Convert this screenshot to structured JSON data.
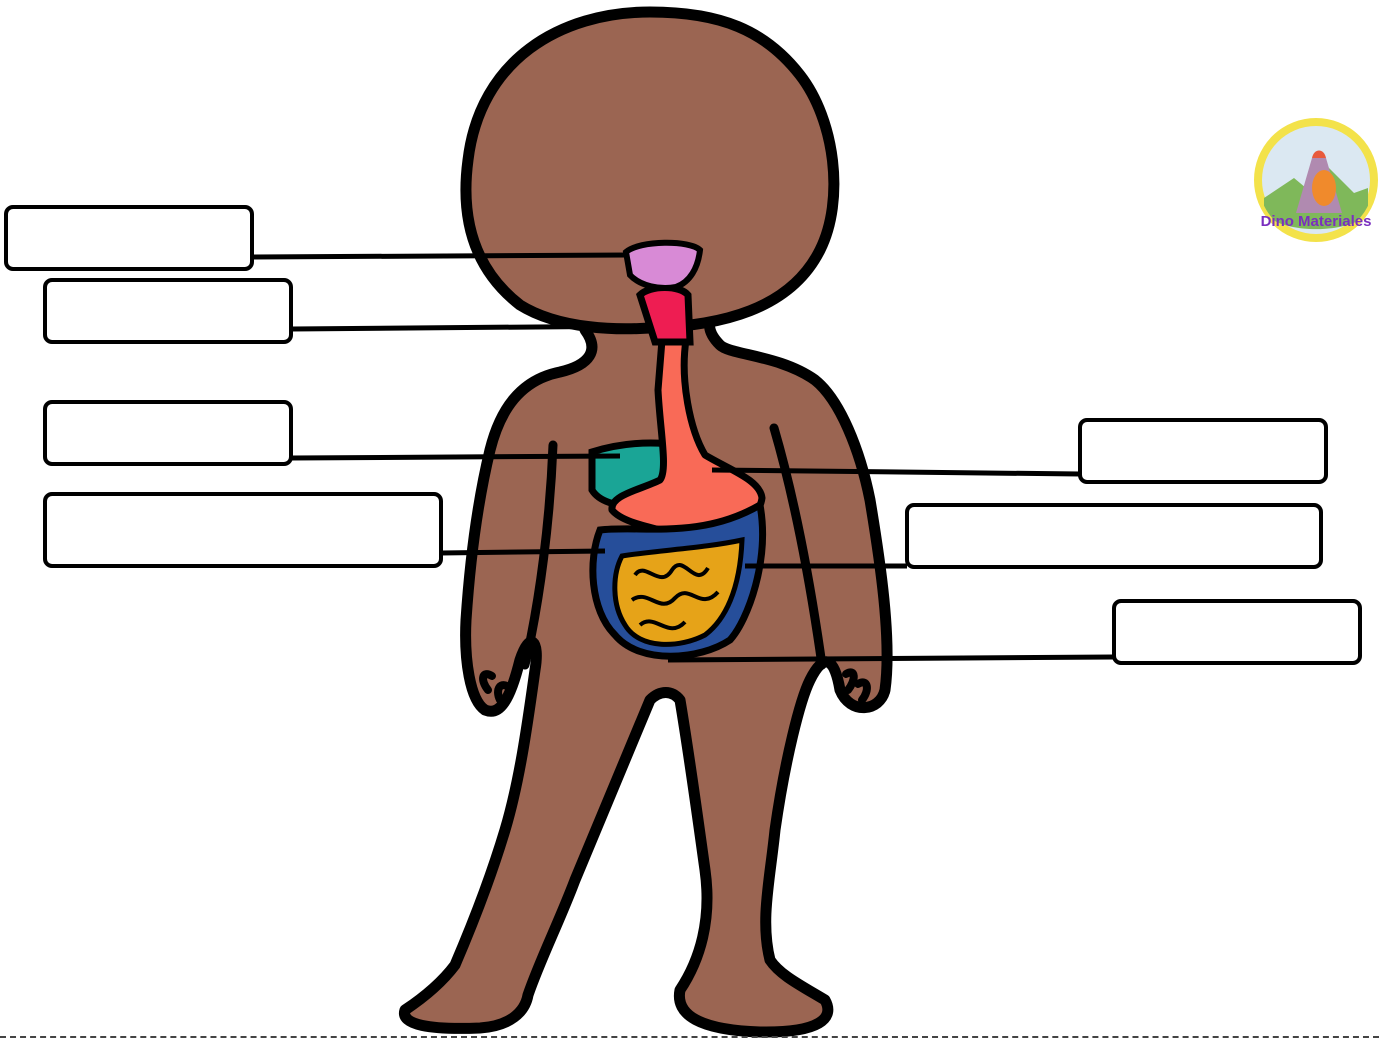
{
  "diagram": {
    "labels": [
      {
        "id": "mouth",
        "text": ""
      },
      {
        "id": "pharynx",
        "text": ""
      },
      {
        "id": "liver",
        "text": ""
      },
      {
        "id": "large-intestine",
        "text": ""
      },
      {
        "id": "stomach",
        "text": ""
      },
      {
        "id": "small-intestine",
        "text": ""
      },
      {
        "id": "anus",
        "text": ""
      }
    ],
    "colors": {
      "skin": "#9b6552",
      "outline": "#000000",
      "mouth": "#d88ad6",
      "pharynx": "#ee1d52",
      "esophagus_stomach": "#f96a57",
      "liver": "#1aa596",
      "large_intestine": "#264e9a",
      "small_intestine": "#e6a318"
    }
  },
  "logo": {
    "text": "Dino Materiales"
  }
}
